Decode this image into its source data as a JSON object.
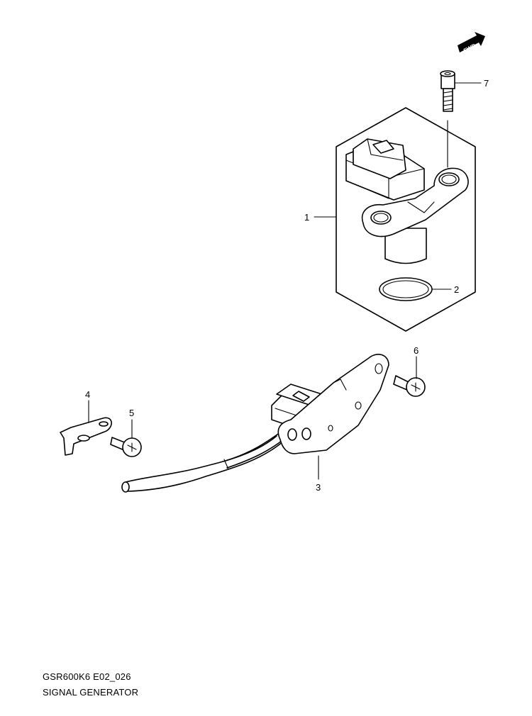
{
  "diagram": {
    "fwd_label": "FWD",
    "callouts": [
      {
        "id": "1",
        "label": "1"
      },
      {
        "id": "2",
        "label": "2"
      },
      {
        "id": "3",
        "label": "3"
      },
      {
        "id": "4",
        "label": "4"
      },
      {
        "id": "5",
        "label": "5"
      },
      {
        "id": "6",
        "label": "6"
      },
      {
        "id": "7",
        "label": "7"
      }
    ]
  },
  "caption": {
    "code": "GSR600K6 E02_026",
    "title": "SIGNAL GENERATOR"
  }
}
